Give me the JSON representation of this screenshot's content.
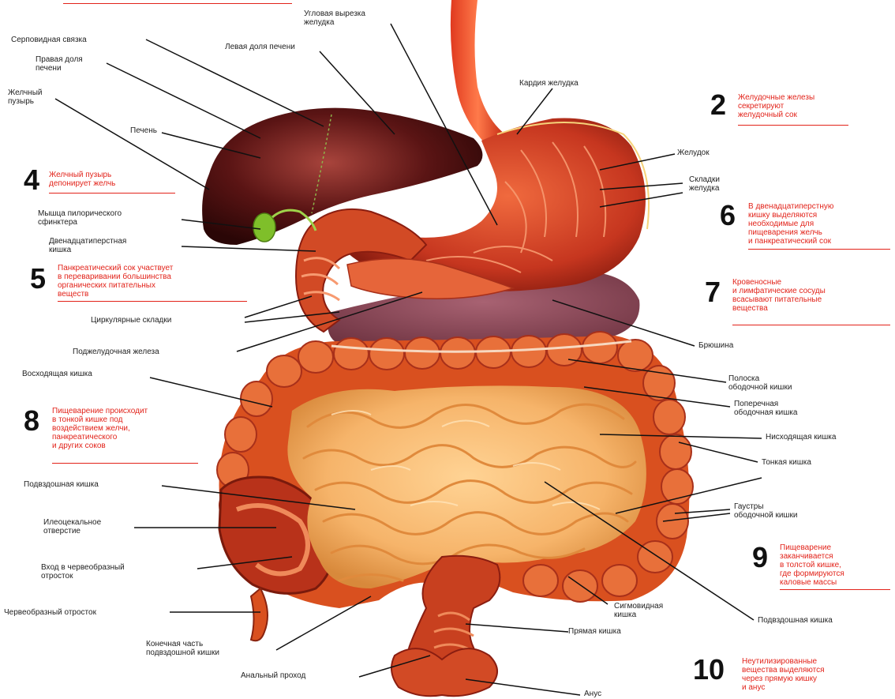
{
  "labels": {
    "falciform": "Серповидная связка",
    "right_lobe": "Правая доля\nпечени",
    "gallbladder": "Желчный\nпузырь",
    "liver": "Печень",
    "angular_notch": "Угловая вырезка\nжелудка",
    "left_lobe": "Левая доля печени",
    "cardia": "Кардия желудка",
    "stomach": "Желудок",
    "stomach_folds": "Складки\nжелудка",
    "pyloric": "Мышца пилорического\nсфинктера",
    "duodenum": "Двенадцатиперстная\nкишка",
    "circular_folds": "Циркулярные складки",
    "pancreas": "Поджелудочная железа",
    "peritoneum": "Брюшина",
    "ascending": "Восходящая кишка",
    "taenia": "Полоска\nободочной кишки",
    "transverse": "Поперечная\nободочная кишка",
    "descending": "Нисходящая кишка",
    "small_int": "Тонкая кишка",
    "haustra": "Гаустры\nободочной кишки",
    "ileum_left": "Подвздошная кишка",
    "ileocecal": "Илеоцекальное\nотверстие",
    "appendix_entry": "Вход в червеобразный\nотросток",
    "appendix": "Червеобразный отросток",
    "terminal_ileum": "Конечная часть\nподвздошной кишки",
    "sigmoid": "Сигмовидная\nкишка",
    "ileum_right": "Подвздошная кишка",
    "rectum": "Прямая кишка",
    "anal_canal": "Анальный проход",
    "anus": "Анус"
  },
  "notes": [
    {
      "num": "2",
      "text": "Желудочные железы\nсекретируют\nжелудочный сок"
    },
    {
      "num": "4",
      "text": "Желчный пузырь\nдепонирует желчь"
    },
    {
      "num": "5",
      "text": "Панкреатический сок участвует\nв переваривании большинства\nорганических питательных\nвеществ"
    },
    {
      "num": "6",
      "text": "В двенадцатиперстную\nкишку выделяются\nнеобходимые для\nпищеварения желчь\nи панкреатический сок"
    },
    {
      "num": "7",
      "text": "Кровеносные\nи лимфатические сосуды\nвсасывают питательные\nвещества"
    },
    {
      "num": "8",
      "text": "Пищеварение происходит\nв тонкой кишке под\nвоздействием желчи,\nпанкреатического\nи других соков"
    },
    {
      "num": "9",
      "text": "Пищеварение\nзаканчивается\nв толстой кишке,\nгде формируются\nкаловые массы"
    },
    {
      "num": "10",
      "text": "Неутилизированные\nвещества выделяются\nчерез прямую кишку\nи анус"
    }
  ],
  "colors": {
    "liver": "#5a1414",
    "liver_dark": "#3a0a0a",
    "stomach": "#d8452a",
    "colon": "#d9501f",
    "small_intestine": "#f6b46a",
    "small_intestine_dark": "#e59447",
    "peritoneum": "#8a4a5a",
    "gallbladder": "#7fbf2a",
    "note_red": "#e2231a"
  }
}
